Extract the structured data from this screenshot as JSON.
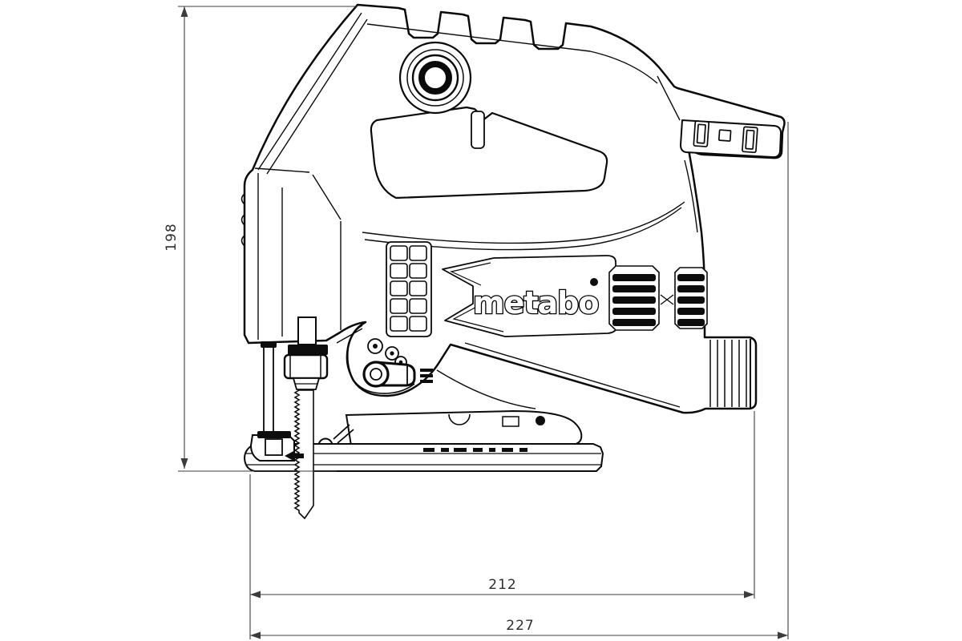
{
  "drawing": {
    "kind": "jigsaw-side-view-dimension-drawing",
    "brand": "metabo",
    "dimensions": {
      "height": "198",
      "base_length": "212",
      "overall_length": "227"
    },
    "colors": {
      "background": "#ffffff",
      "outline": "#0a0a0a",
      "dimension_lines": "#3c3c3c"
    }
  }
}
